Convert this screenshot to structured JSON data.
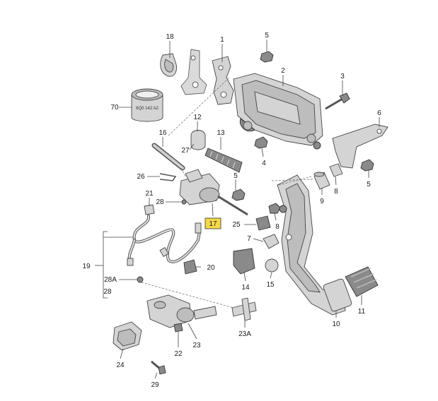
{
  "callouts": [
    {
      "id": "c18",
      "text": "18"
    },
    {
      "id": "c5a",
      "text": "5"
    },
    {
      "id": "c1",
      "text": "1"
    },
    {
      "id": "c2",
      "text": "2"
    },
    {
      "id": "c3",
      "text": "3"
    },
    {
      "id": "c70",
      "text": "70"
    },
    {
      "id": "c70label",
      "text": "6Q0 142 A2"
    },
    {
      "id": "c12",
      "text": "12"
    },
    {
      "id": "c16",
      "text": "16"
    },
    {
      "id": "c13",
      "text": "13"
    },
    {
      "id": "c27",
      "text": "27"
    },
    {
      "id": "c6",
      "text": "6"
    },
    {
      "id": "c4",
      "text": "4"
    },
    {
      "id": "c26",
      "text": "26"
    },
    {
      "id": "c5b",
      "text": "5"
    },
    {
      "id": "c21",
      "text": "21"
    },
    {
      "id": "c28a",
      "text": "28"
    },
    {
      "id": "c5c",
      "text": "5"
    },
    {
      "id": "c8a",
      "text": "8"
    },
    {
      "id": "c9",
      "text": "9"
    },
    {
      "id": "c17",
      "text": "17"
    },
    {
      "id": "c25",
      "text": "25"
    },
    {
      "id": "c8b",
      "text": "8"
    },
    {
      "id": "c7",
      "text": "7"
    },
    {
      "id": "c19",
      "text": "19"
    },
    {
      "id": "c20",
      "text": "20"
    },
    {
      "id": "c28A",
      "text": "28A"
    },
    {
      "id": "c28b",
      "text": "28"
    },
    {
      "id": "c14",
      "text": "14"
    },
    {
      "id": "c15",
      "text": "15"
    },
    {
      "id": "c11",
      "text": "11"
    },
    {
      "id": "c10",
      "text": "10"
    },
    {
      "id": "c23A",
      "text": "23A"
    },
    {
      "id": "c22",
      "text": "22"
    },
    {
      "id": "c23",
      "text": "23"
    },
    {
      "id": "c24",
      "text": "24"
    },
    {
      "id": "c29",
      "text": "29"
    }
  ],
  "highlight_color": "#f5d84a"
}
